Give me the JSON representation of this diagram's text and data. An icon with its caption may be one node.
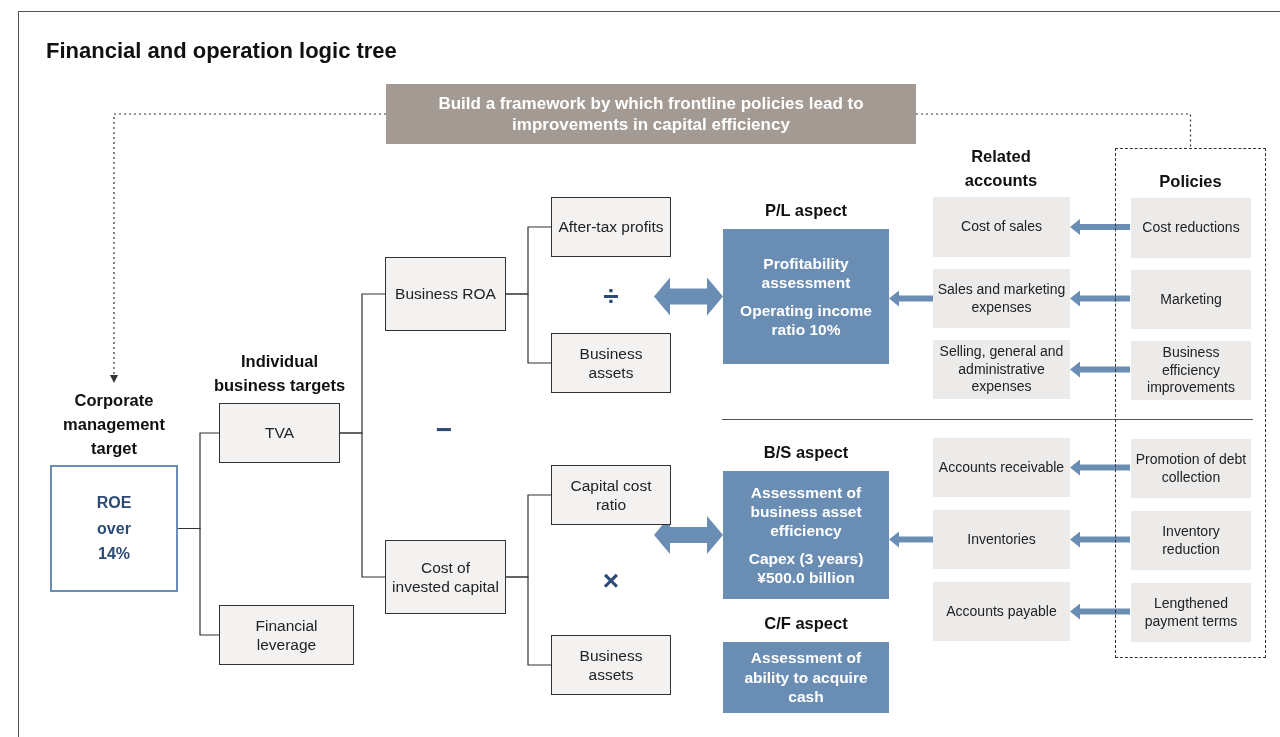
{
  "diagram": {
    "title": "Financial and operation logic tree",
    "nodes": [
      {
        "text": [
          "Build a framework by which frontline policies lead to improvements in capital efficiency"
        ]
      },
      {
        "text": [
          "Corporate management target",
          "ROE over 14%"
        ]
      },
      {
        "text": [
          "Individual business targets",
          "TVA"
        ]
      },
      {
        "text": [
          "Financial leverage"
        ]
      },
      {
        "text": [
          "Business ROA"
        ]
      },
      {
        "text": [
          "Cost of invested capital"
        ]
      },
      {
        "text": [
          "After-tax profits"
        ]
      },
      {
        "text": [
          "Business assets"
        ]
      },
      {
        "text": [
          "Capital cost ratio"
        ]
      },
      {
        "text": [
          "Business assets"
        ]
      },
      {
        "text": [
          "P/L aspect",
          "Profitability assessment",
          "Operating income ratio 10%"
        ]
      },
      {
        "text": [
          "B/S aspect",
          "Assessment of business asset efficiency",
          "Capex (3 years) ¥500.0 billion"
        ]
      },
      {
        "text": [
          "C/F aspect",
          "Assessment of ability to acquire cash"
        ]
      },
      {
        "text": [
          "Cost of sales"
        ]
      },
      {
        "text": [
          "Sales and marketing expenses"
        ]
      },
      {
        "text": [
          "Selling, general and administrative expenses"
        ]
      },
      {
        "text": [
          "Accounts receivable"
        ]
      },
      {
        "text": [
          "Inventories"
        ]
      },
      {
        "text": [
          "Accounts payable"
        ]
      },
      {
        "text": [
          "Policies"
        ]
      },
      {
        "text": [
          "Cost reductions"
        ],
        "in": 19
      },
      {
        "text": [
          "Marketing"
        ],
        "in": 19
      },
      {
        "text": [
          "Business efficiency improvements"
        ],
        "in": 19
      },
      {
        "text": [
          "Promotion of debt collection"
        ],
        "in": 19
      },
      {
        "text": [
          "Inventory reduction"
        ],
        "in": 19
      },
      {
        "text": [
          "Lengthened payment terms"
        ],
        "in": 19
      }
    ],
    "edges": [
      {
        "from": 0,
        "to": 1,
        "arrow": "to",
        "style": "dashed"
      },
      {
        "from": 0,
        "to": 19,
        "arrow": "none",
        "style": "dashed"
      },
      {
        "from": 1,
        "to": 2,
        "arrow": "none"
      },
      {
        "from": 1,
        "to": 3,
        "arrow": "none"
      },
      {
        "from": 2,
        "to": 4,
        "arrow": "none"
      },
      {
        "from": 2,
        "to": 5,
        "arrow": "none"
      },
      {
        "from": 4,
        "to": 6,
        "arrow": "none"
      },
      {
        "from": 4,
        "to": 7,
        "arrow": "none"
      },
      {
        "from": 5,
        "to": 8,
        "arrow": "none"
      },
      {
        "from": 5,
        "to": 9,
        "arrow": "none"
      },
      {
        "from": 6,
        "to": 10,
        "arrow": "both",
        "style": "thick",
        "color": "#6a8db3"
      },
      {
        "from": 8,
        "to": 11,
        "arrow": "both",
        "style": "thick",
        "color": "#6a8db3"
      },
      {
        "from": 14,
        "to": 10,
        "arrow": "to",
        "style": "thick",
        "color": "#6a8db3"
      },
      {
        "from": 17,
        "to": 11,
        "arrow": "to",
        "style": "thick",
        "color": "#6a8db3"
      },
      {
        "from": 20,
        "to": 13,
        "arrow": "to",
        "style": "thick",
        "color": "#6a8db3"
      },
      {
        "from": 21,
        "to": 14,
        "arrow": "to",
        "style": "thick",
        "color": "#6a8db3"
      },
      {
        "from": 22,
        "to": 15,
        "arrow": "to",
        "style": "thick",
        "color": "#6a8db3"
      },
      {
        "from": 23,
        "to": 16,
        "arrow": "to",
        "style": "thick",
        "color": "#6a8db3"
      },
      {
        "from": 24,
        "to": 17,
        "arrow": "to",
        "style": "thick",
        "color": "#6a8db3"
      },
      {
        "from": 25,
        "to": 18,
        "arrow": "to",
        "style": "thick",
        "color": "#6a8db3"
      }
    ],
    "labels": [
      "Related accounts",
      "÷",
      "−",
      "×"
    ]
  }
}
